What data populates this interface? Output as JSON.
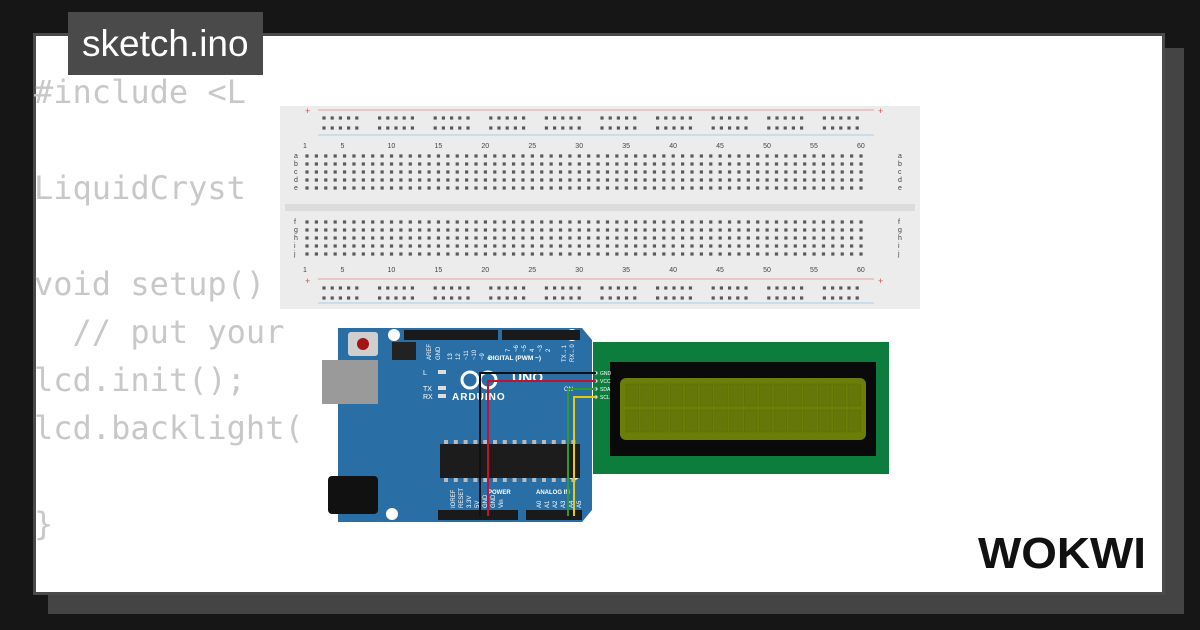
{
  "title": "sketch.ino",
  "code_lines": [
    "#include <L",
    "",
    "LiquidCryst",
    "",
    "void setup() {",
    "  // put your",
    "lcd.init();",
    "lcd.backlight(",
    "",
    "}"
  ],
  "logo": "WOKWI",
  "breadboard": {
    "column_labels": [
      "1",
      "5",
      "10",
      "15",
      "20",
      "25",
      "30",
      "35",
      "40",
      "45",
      "50",
      "55",
      "60"
    ],
    "rows_top": [
      "a",
      "b",
      "c",
      "d",
      "e"
    ],
    "rows_bottom": [
      "f",
      "g",
      "h",
      "i",
      "j"
    ],
    "rail_plus": "+",
    "rail_minus": "-"
  },
  "arduino": {
    "brand": "UNO",
    "name": "ARDUINO",
    "digital_label": "DIGITAL (PWM ~)",
    "power_label": "POWER",
    "analog_label": "ANALOG IN",
    "aref": "AREF",
    "gnd": "GND",
    "pin_labels_top": [
      "13",
      "12",
      "~11",
      "~10",
      "~9",
      "8",
      "7",
      "~6",
      "~5",
      "4",
      "~3",
      "2",
      "TX→1",
      "RX←0"
    ],
    "pin_labels_power": [
      "IOREF",
      "RESET",
      "3.3V",
      "5V",
      "GND",
      "GND",
      "Vin"
    ],
    "pin_labels_analog": [
      "A0",
      "A1",
      "A2",
      "A3",
      "A4",
      "A5"
    ],
    "led_l": "L",
    "led_tx": "TX",
    "led_rx": "RX",
    "on_label": "ON"
  },
  "lcd": {
    "pins": [
      "GND",
      "VCC",
      "SDA",
      "SCL"
    ]
  },
  "colors": {
    "board": "#2a6ea6",
    "lcd_pcb": "#0c7d3d",
    "lcd_screen": "#6b7f08",
    "wire_red": "#c8102e",
    "wire_black": "#111111",
    "wire_green": "#2e9b2e",
    "wire_yellow": "#e6cc00"
  }
}
